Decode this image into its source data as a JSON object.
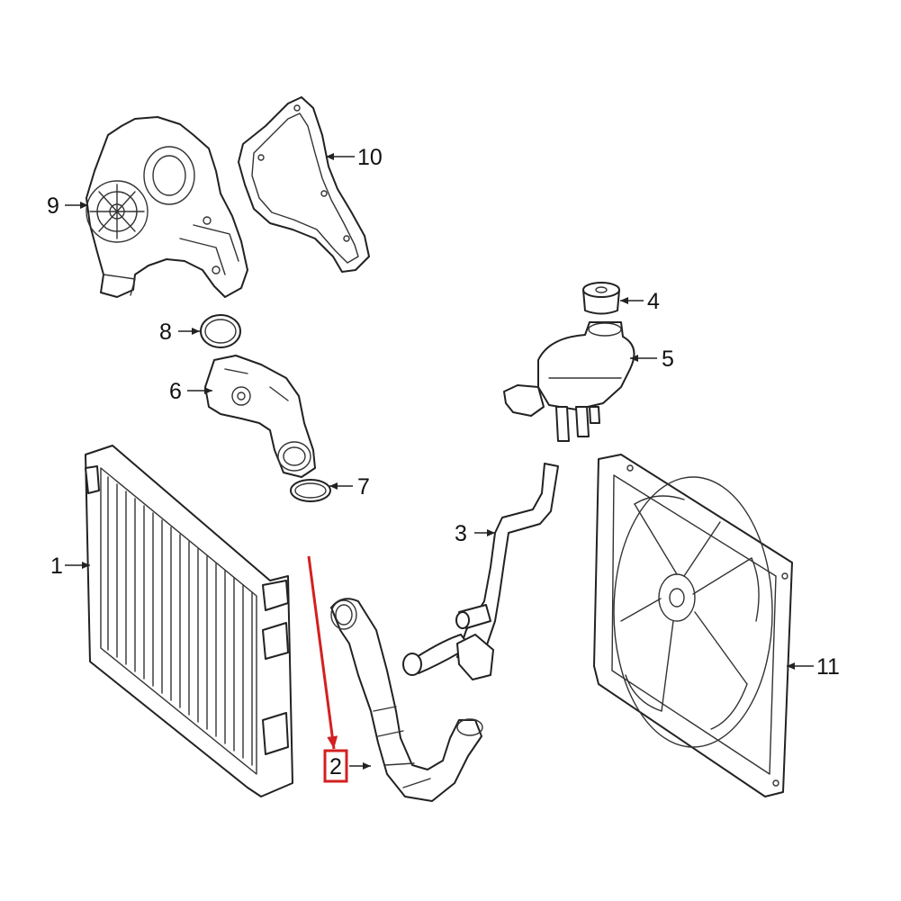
{
  "callouts": {
    "c1": "1",
    "c2": "2",
    "c3": "3",
    "c4": "4",
    "c5": "5",
    "c6": "6",
    "c7": "7",
    "c8": "8",
    "c9": "9",
    "c10": "10",
    "c11": "11"
  },
  "highlighted_callout": "2",
  "colors": {
    "highlight": "#d32020",
    "line": "#222222",
    "background": "#ffffff"
  }
}
